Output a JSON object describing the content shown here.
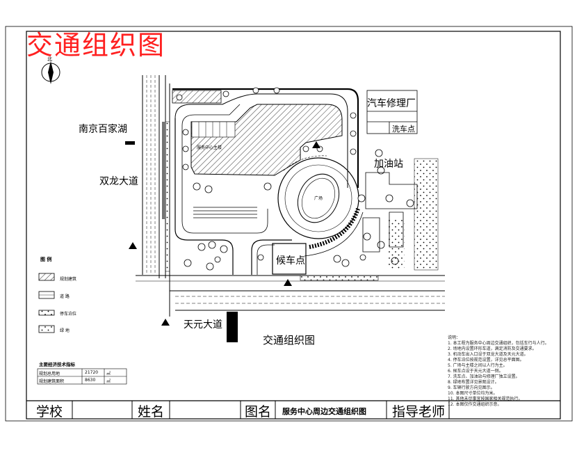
{
  "page_title": "交通组织图",
  "north_label": "北",
  "labels": {
    "road_left_1": "南京百家湖",
    "road_left_2": "双龙大道",
    "car_repair": "汽车修理厂",
    "car_wash": "洗车点",
    "gas_station": "加油站",
    "road_bottom": "天元大道",
    "waiting_point": "候车点",
    "drawing_caption": "交通组织图",
    "building_name": "服务中心主楼",
    "plaza": "广场"
  },
  "legend": {
    "title": "图 例",
    "items": [
      {
        "name": "hatched-building",
        "label": "规划建筑"
      },
      {
        "name": "road",
        "label": "道 路"
      },
      {
        "name": "parking",
        "label": "停车泊位"
      },
      {
        "name": "green",
        "label": "绿 地"
      }
    ]
  },
  "stats": {
    "title": "主要经济技术指标",
    "rows": [
      {
        "label": "规划总用地",
        "value": "21720",
        "unit": "㎡"
      },
      {
        "label": "规划建筑面积",
        "value": "8630",
        "unit": "㎡"
      }
    ]
  },
  "title_block": {
    "school_label": "学校",
    "name_label": "姓名",
    "drawing_label": "图名",
    "drawing_name": "服务中心周边交通组织图",
    "advisor_label": "指导老师"
  },
  "notes": [
    "说明：",
    "1. 本工程为服务中心周边交通组织，包括车行与人行。",
    "2. 场地内设置环形车道，满足消防及交通要求。",
    "3. 机动车出入口设于双龙大道及天元大道。",
    "4. 停车泊位按规范设置，详见总平面图。",
    "5. 广场与主楼之间以人行为主。",
    "6. 候车点设于天元大道一侧。",
    "7. 洗车点、加油站与修理厂独立设置。",
    "8. 绿地布置详见景观设计。",
    "9. 车辆行驶方向见图示。",
    "10. 本图尺寸单位均为米。",
    "11. 其他未尽事宜按国家相关规范执行。",
    "12. 本图仅作交通组织示意。"
  ]
}
